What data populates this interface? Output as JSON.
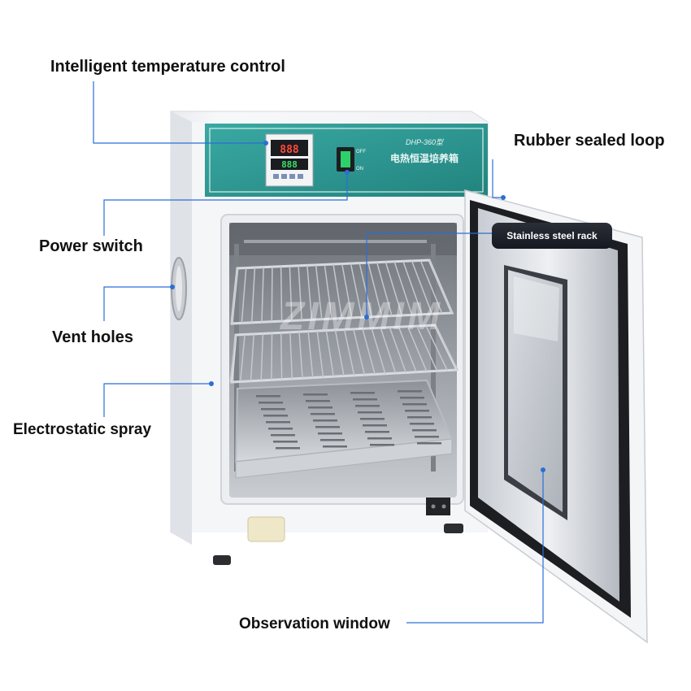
{
  "callouts": {
    "temperature_control": "Intelligent temperature control",
    "rubber_seal": "Rubber sealed loop",
    "power_switch": "Power switch",
    "steel_rack": "Stainless steel rack",
    "vent_holes": "Vent holes",
    "electrostatic_spray": "Electrostatic spray",
    "observation_window": "Observation window"
  },
  "panel": {
    "model": "DHP-360型",
    "name": "电热恒温培养箱",
    "display_top": "888",
    "display_bottom": "888",
    "switch_off": "OFF",
    "switch_on": "ON"
  },
  "watermark": "ZIMMIM",
  "colors": {
    "panel_teal": "#2f9c96",
    "leader_line": "#2b6ed6",
    "switch_green": "#2ed06a"
  }
}
